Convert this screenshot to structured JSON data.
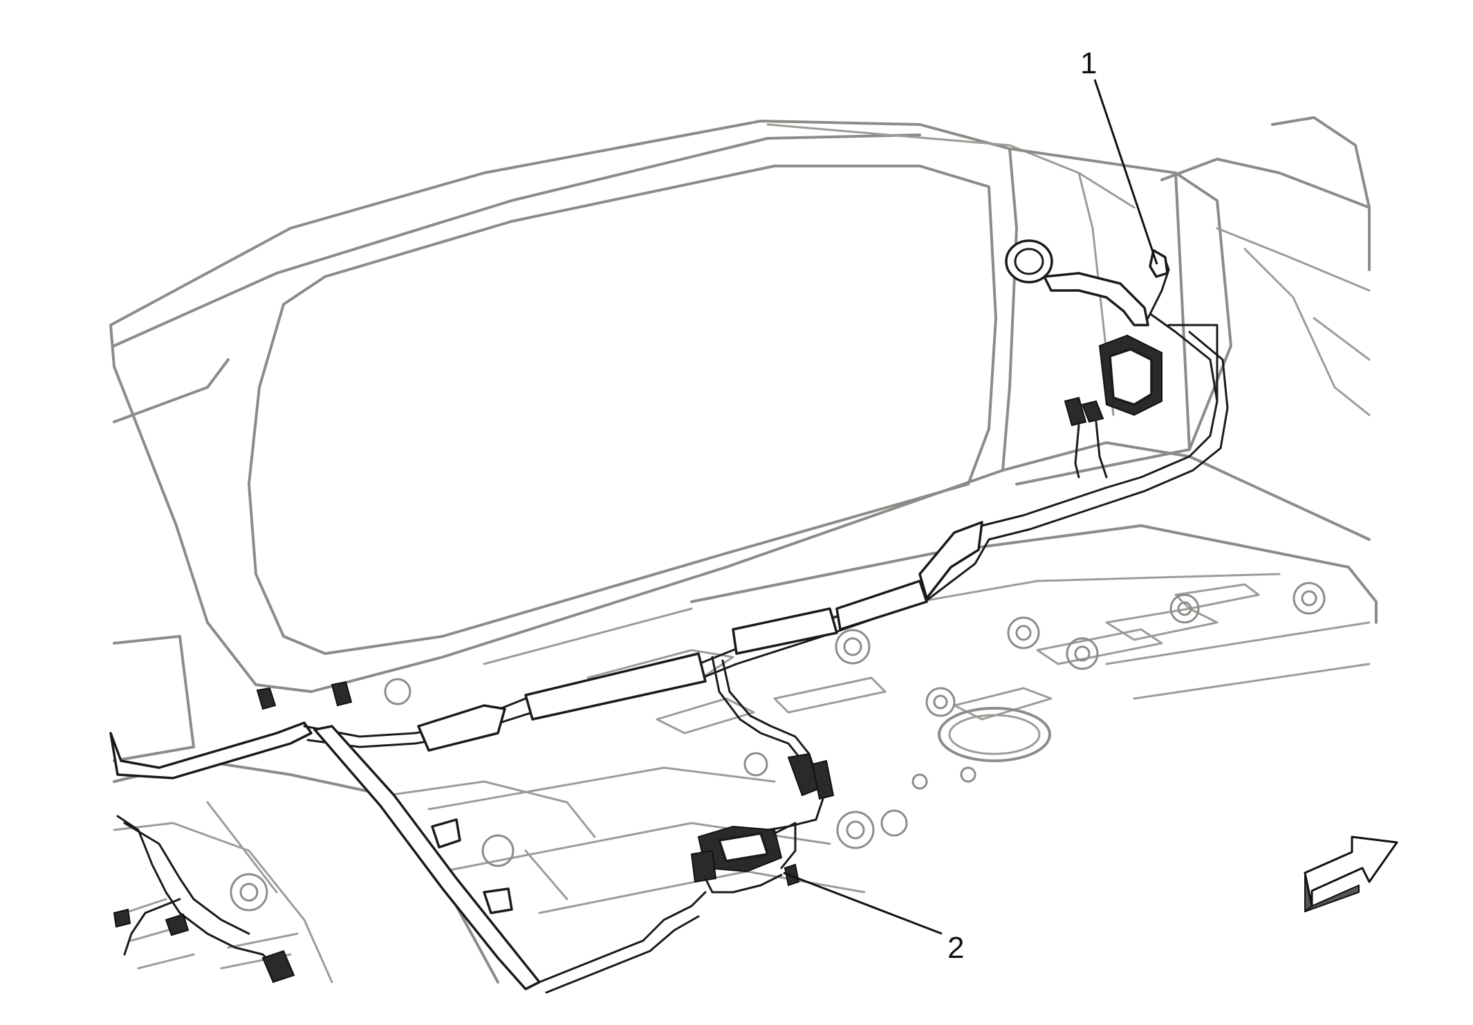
{
  "figure": {
    "callouts": [
      {
        "id": "1",
        "label": "1"
      },
      {
        "id": "2",
        "label": "2"
      }
    ],
    "direction_arrow": {
      "icon": "forward-direction-arrow-icon"
    },
    "colors": {
      "line_art": "#8a8d87",
      "harness": "#1a1a1a",
      "background": "#ffffff"
    }
  }
}
